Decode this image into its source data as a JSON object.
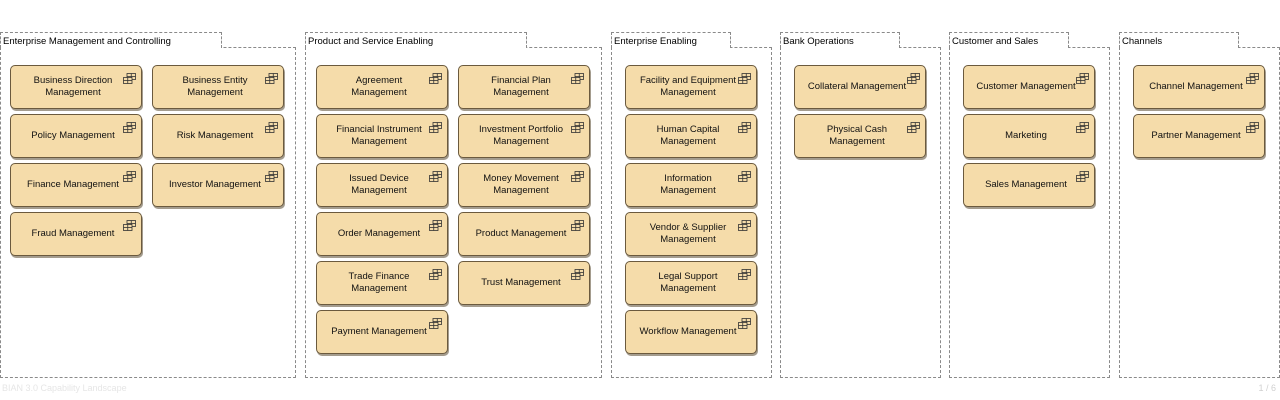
{
  "groups": [
    {
      "title": "Enterprise Management and Controlling",
      "capabilities": [
        "Business Direction\nManagement",
        "Business Entity\nManagement",
        "Policy Management",
        "Risk Management",
        "Finance Management",
        "Investor Management",
        "Fraud Management"
      ]
    },
    {
      "title": "Product and Service Enabling",
      "capabilities": [
        "Agreement\nManagement",
        "Financial Plan\nManagement",
        "Financial Instrument\nManagement",
        "Investment Portfolio\nManagement",
        "Issued Device\nManagement",
        "Money Movement\nManagement",
        "Order Management",
        "Product Management",
        "Trade Finance\nManagement",
        "Trust Management",
        "Payment Management"
      ]
    },
    {
      "title": "Enterprise Enabling",
      "capabilities": [
        "Facility and Equipment\nManagement",
        "Human Capital\nManagement",
        "Information\nManagement",
        "Vendor & Supplier\nManagement",
        "Legal Support\nManagement",
        "Workflow Management"
      ]
    },
    {
      "title": "Bank Operations",
      "capabilities": [
        "Collateral Management",
        "Physical Cash\nManagement"
      ]
    },
    {
      "title": "Customer and Sales",
      "capabilities": [
        "Customer Management",
        "Marketing",
        "Sales Management"
      ]
    },
    {
      "title": "Channels",
      "capabilities": [
        "Channel Management",
        "Partner Management"
      ]
    }
  ],
  "footer": {
    "left": "BIAN 3.0 Capability Landscape",
    "right": "1 / 6"
  },
  "colors": {
    "capability_fill": "#f5dcaa",
    "capability_border": "#6b5a3e",
    "group_border": "#8a8a8a"
  },
  "icons": {
    "capability": "capability-grid-icon"
  }
}
